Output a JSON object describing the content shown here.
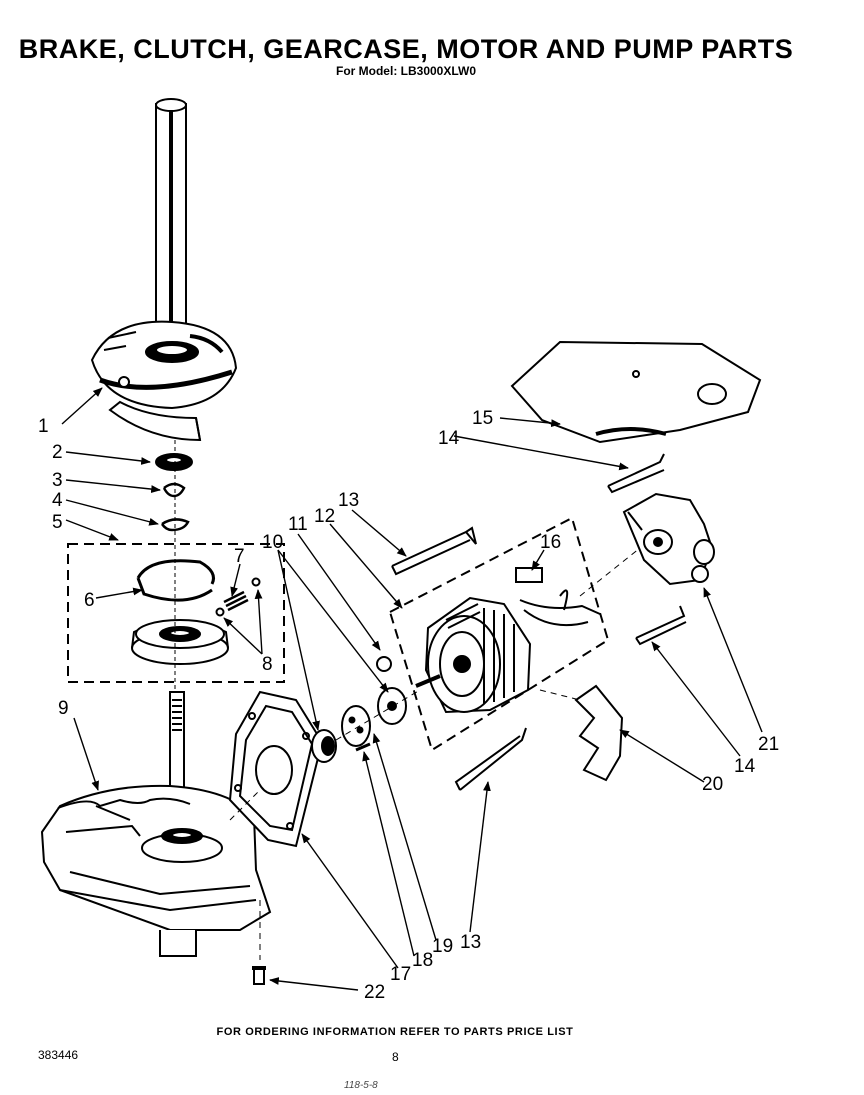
{
  "title": "BRAKE, CLUTCH, GEARCASE, MOTOR AND PUMP PARTS",
  "subtitle": "For Model: LB3000XLW0",
  "footer_note": "FOR ORDERING INFORMATION REFER TO PARTS PRICE LIST",
  "doc_number": "383446",
  "page_number": "8",
  "scribble": "118-5-8",
  "callouts": {
    "c1": "1",
    "c2": "2",
    "c3": "3",
    "c4": "4",
    "c5": "5",
    "c6": "6",
    "c7": "7",
    "c8": "8",
    "c9": "9",
    "c10": "10",
    "c11": "11",
    "c12": "12",
    "c13a": "13",
    "c13b": "13",
    "c14a": "14",
    "c14b": "14",
    "c15": "15",
    "c16": "16",
    "c17": "17",
    "c18": "18",
    "c19": "19",
    "c20": "20",
    "c21": "21",
    "c22": "22"
  }
}
